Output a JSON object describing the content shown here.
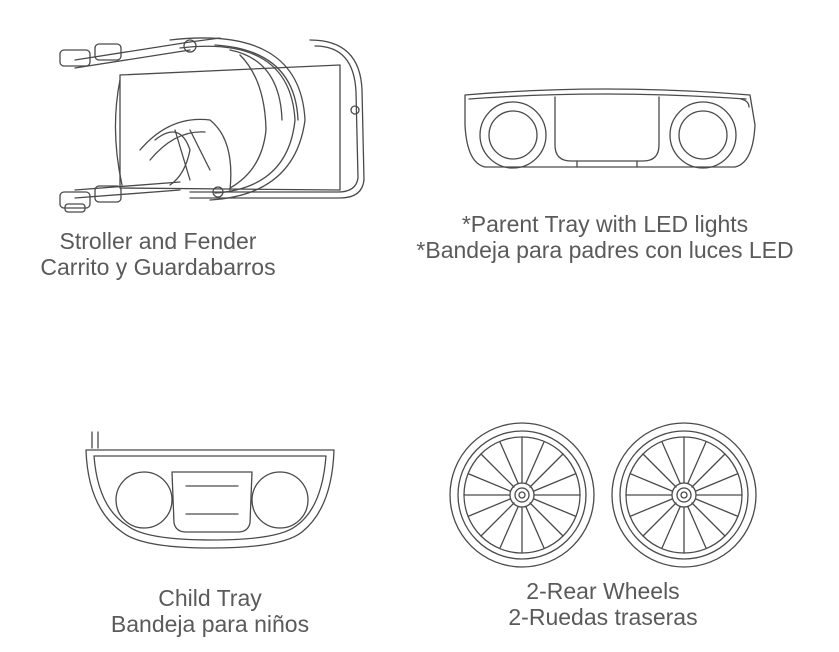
{
  "parts": [
    {
      "id": "stroller",
      "line1": "Stroller and Fender",
      "line2": "Carrito y Guardabarros"
    },
    {
      "id": "parent-tray",
      "line1": "*Parent Tray with LED lights",
      "line2": "*Bandeja para padres con luces LED"
    },
    {
      "id": "child-tray",
      "line1": "Child Tray",
      "line2": "Bandeja para niños"
    },
    {
      "id": "rear-wheels",
      "line1": "2-Rear Wheels",
      "line2": "2-Ruedas traseras"
    }
  ]
}
